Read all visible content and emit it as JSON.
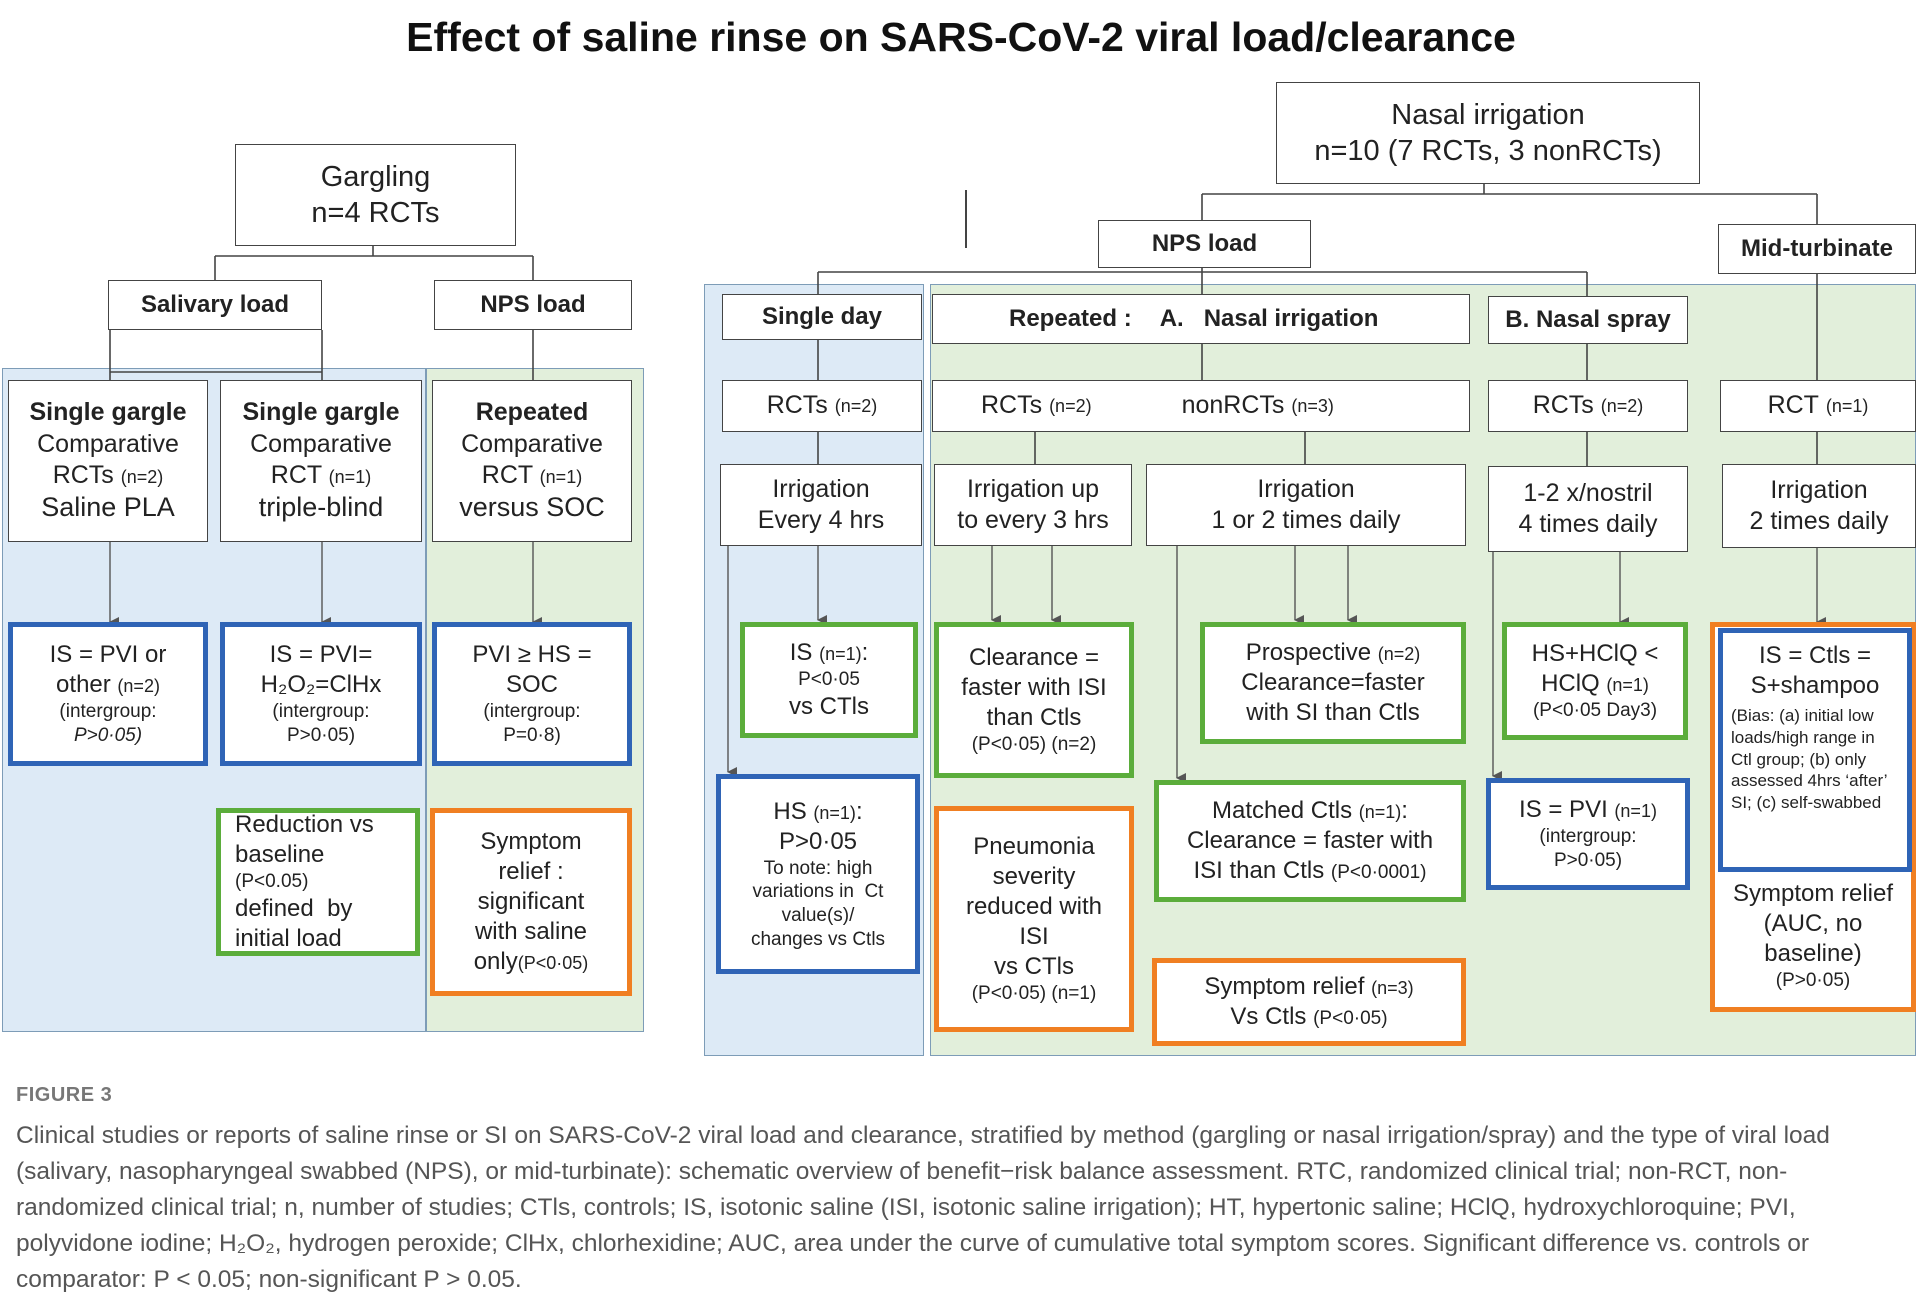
{
  "title": "Effect of saline rinse on SARS-CoV-2 viral load/clearance",
  "gargling": {
    "l1": "Gargling",
    "l2": "n=4 RCTs"
  },
  "nasal": {
    "l1": "Nasal irrigation",
    "l2": "n=10 (7 RCTs, 3 nonRCTs)"
  },
  "headers": {
    "salivary": "Salivary load",
    "nps_left": "NPS load",
    "nps_right": "NPS load",
    "mid_turbinate": "Mid-turbinate",
    "single_day": "Single day",
    "repeated": "Repeated :",
    "repeated_a": "A.   Nasal irrigation",
    "nasal_spray": "B. Nasal spray"
  },
  "gargle_designs": [
    {
      "l1": "Single gargle",
      "l2": "Comparative",
      "l3a": "RCTs",
      "l3b": "(n=2)",
      "l4": "Saline PLA"
    },
    {
      "l1": "Single gargle",
      "l2": "Comparative",
      "l3a": "RCT",
      "l3b": "(n=1)",
      "l4": "triple-blind"
    },
    {
      "l1": "Repeated",
      "l2": "Comparative",
      "l3a": "RCT",
      "l3b": "(n=1)",
      "l4": "versus SOC"
    }
  ],
  "rct_boxes": {
    "single_day": {
      "a": "RCTs",
      "b": "(n=2)"
    },
    "nasal_rct": {
      "a": "RCTs",
      "b": "(n=2)"
    },
    "nasal_nonrct": {
      "a": "nonRCTs",
      "b": "(n=3)"
    },
    "spray": {
      "a": "RCTs",
      "b": "(n=2)"
    },
    "mid": {
      "a": "RCT",
      "b": "(n=1)"
    }
  },
  "freq": {
    "every4": {
      "l1": "Irrigation",
      "l2": "Every 4 hrs"
    },
    "upto3": {
      "l1": "Irrigation up",
      "l2": "to every 3 hrs"
    },
    "daily12": {
      "l1": "Irrigation",
      "l2": "1 or 2 times daily"
    },
    "spray": {
      "l1": "1-2 x/nostril",
      "l2": "4 times daily"
    },
    "mid": {
      "l1": "Irrigation",
      "l2": "2 times daily"
    }
  },
  "results": {
    "g1": {
      "l1a": "IS = PVI or",
      "l2a": "other",
      "l2b": "(n=2)",
      "l3": "(intergroup:",
      "l4": "P>0·05)"
    },
    "g2": {
      "l1": "IS = PVI=",
      "l2": "H₂O₂=ClHx",
      "l3": "(intergroup:",
      "l4": "P>0·05)"
    },
    "g3": {
      "l1": "PVI ≥ HS =",
      "l2": "SOC",
      "l3": "(intergroup:",
      "l4": "P=0·8)"
    },
    "g2b": {
      "l1": "Reduction vs",
      "l2": "baseline",
      "l3": "(P<0.05)",
      "l4": "defined  by",
      "l5": "initial load"
    },
    "g3b": {
      "l1": "Symptom",
      "l2": "relief :",
      "l3": "significant",
      "l4": "with saline",
      "l5a": "only",
      "l5b": "(P<0·05)"
    },
    "sd1": {
      "l1a": "IS",
      "l1b": "(n=1)",
      "l1c": ":",
      "l2": "P<0·05",
      "l3": "vs CTls"
    },
    "sd2": {
      "l1a": "HS",
      "l1b": "(n=1)",
      "l1c": ":",
      "l2": "P>0·05",
      "l3": "To note: high",
      "l4": "variations in  Ct",
      "l5": "value(s)/",
      "l6": "changes vs Ctls"
    },
    "r1": {
      "l1": "Clearance =",
      "l2": "faster with ISI",
      "l3": "than Ctls",
      "l4": "(P<0·05) (n=2)"
    },
    "r2": {
      "l1": "Pneumonia",
      "l2": "severity",
      "l3": "reduced with",
      "l4": "ISI",
      "l5": "vs CTls",
      "l6": "(P<0·05) (n=1)"
    },
    "r3": {
      "l1a": "Prospective",
      "l1b": "(n=2)",
      "l2": "Clearance=faster",
      "l3": "with SI than Ctls"
    },
    "r4": {
      "l1a": "Matched Ctls",
      "l1b": "(n=1)",
      "l1c": ":",
      "l2": "Clearance = faster with",
      "l3a": "ISI than Ctls",
      "l3b": "(P<0·0001)"
    },
    "r5": {
      "l1a": "Symptom relief",
      "l1b": "(n=3)",
      "l2a": "Vs Ctls",
      "l2b": "(P<0·05)"
    },
    "s1": {
      "l1": "HS+HClQ <",
      "l2a": "HClQ",
      "l2b": "(n=1)",
      "l3": "(P<0·05 Day3)"
    },
    "s2": {
      "l1a": "IS = PVI",
      "l1b": "(n=1)",
      "l2": "(intergroup:",
      "l3": "P>0·05)"
    },
    "m1": {
      "l1": "IS = Ctls =",
      "l2": "S+shampoo",
      "l3": "(Bias: (a) initial low loads/high range in Ctl group; (b) only assessed 4hrs ‘after’ SI; (c) self-swabbed"
    },
    "m2": {
      "l1": "Symptom relief",
      "l2": "(AUC, no",
      "l3": "baseline)",
      "l4": "(P>0·05)"
    }
  },
  "figure_label": "FIGURE 3",
  "caption": "Clinical studies or reports of saline rinse or SI on SARS-CoV-2 viral load and clearance, stratified by method (gargling or nasal irrigation/spray) and the type of viral load (salivary, nasopharyngeal swabbed (NPS), or mid-turbinate): schematic overview of benefit−risk balance assessment. RTC, randomized clinical trial; non-RCT, non-randomized clinical trial; n, number of studies; CTls, controls; IS, isotonic saline (ISI, isotonic saline irrigation); HT, hypertonic saline; HClQ, hydroxychloroquine; PVI, polyvidone iodine; H₂O₂, hydrogen peroxide; ClHx, chlorhexidine; AUC, area under the curve of cumulative total symptom scores. Significant difference vs. controls or comparator: P < 0.05; non-significant P > 0.05.",
  "colors": {
    "blue_border": "#2f64b6",
    "green_border": "#5bad3b",
    "orange_border": "#f07f22",
    "blue_panel": "#ddeaf6",
    "green_panel": "#e2efdb"
  }
}
